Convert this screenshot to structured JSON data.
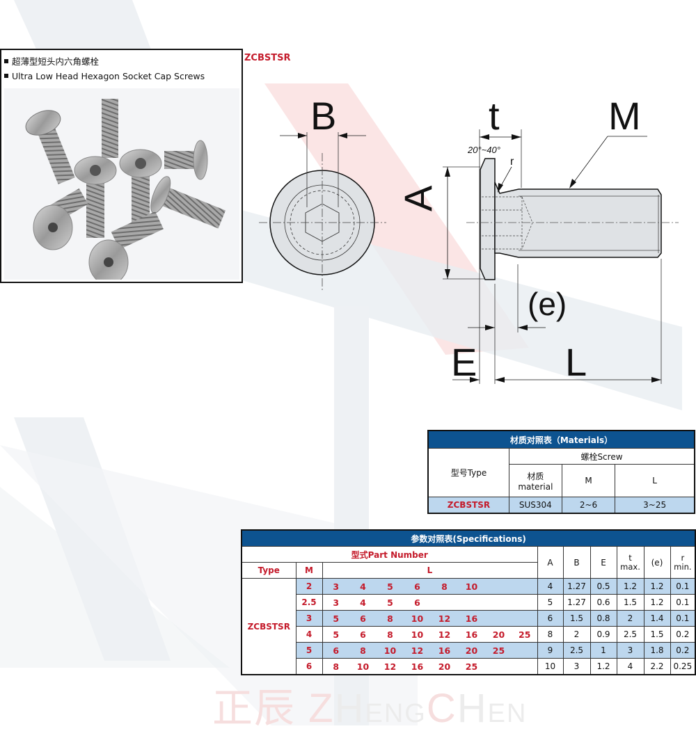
{
  "product": {
    "title_cn": "超薄型短头内六角螺栓",
    "title_en": "Ultra Low Head Hexagon Socket Cap Screws",
    "model_code": "ZCBSTSR"
  },
  "drawing": {
    "labels": {
      "B": "B",
      "t": "t",
      "M": "M",
      "A": "A",
      "angle": "20°~40°",
      "r": "r",
      "e": "(e)",
      "E": "E",
      "L": "L"
    }
  },
  "materials_table": {
    "title": "材质对照表（Materials）",
    "type_header": "型号Type",
    "screw_header": "螺栓Screw",
    "columns": [
      "材质\nmaterial",
      "M",
      "L"
    ],
    "material_cn": "材质",
    "material_en": "material",
    "col_m": "M",
    "col_l": "L",
    "row": {
      "type": "ZCBSTSR",
      "material": "SUS304",
      "m": "2~6",
      "l": "3~25"
    }
  },
  "spec_table": {
    "title": "参数对照表(Specifications)",
    "part_number_header": "型式Part Number",
    "type_header": "Type",
    "m_header": "M",
    "l_header": "L",
    "dim_headers": {
      "A": "A",
      "B": "B",
      "E": "E",
      "t": "t",
      "t_sub": "max.",
      "e": "(e)",
      "r": "r",
      "r_sub": "min."
    },
    "type_value": "ZCBSTSR",
    "rows": [
      {
        "m": "2",
        "l": [
          "3",
          "4",
          "5",
          "6",
          "8",
          "10",
          "",
          ""
        ],
        "A": "4",
        "B": "1.27",
        "E": "0.5",
        "t": "1.2",
        "e": "1.2",
        "r": "0.1"
      },
      {
        "m": "2.5",
        "l": [
          "3",
          "4",
          "5",
          "6",
          "",
          "",
          "",
          ""
        ],
        "A": "5",
        "B": "1.27",
        "E": "0.6",
        "t": "1.5",
        "e": "1.2",
        "r": "0.1"
      },
      {
        "m": "3",
        "l": [
          "5",
          "6",
          "8",
          "10",
          "12",
          "16",
          "",
          ""
        ],
        "A": "6",
        "B": "1.5",
        "E": "0.8",
        "t": "2",
        "e": "1.4",
        "r": "0.1"
      },
      {
        "m": "4",
        "l": [
          "5",
          "6",
          "8",
          "10",
          "12",
          "16",
          "20",
          "25"
        ],
        "A": "8",
        "B": "2",
        "E": "0.9",
        "t": "2.5",
        "e": "1.5",
        "r": "0.2"
      },
      {
        "m": "5",
        "l": [
          "6",
          "8",
          "10",
          "12",
          "16",
          "20",
          "25",
          ""
        ],
        "A": "9",
        "B": "2.5",
        "E": "1",
        "t": "3",
        "e": "1.8",
        "r": "0.2"
      },
      {
        "m": "6",
        "l": [
          "8",
          "10",
          "12",
          "16",
          "20",
          "25",
          "",
          ""
        ],
        "A": "10",
        "B": "3",
        "E": "1.2",
        "t": "4",
        "e": "2.2",
        "r": "0.25"
      }
    ]
  },
  "watermark": {
    "cn": "正辰",
    "z": "Z",
    "h1": "H",
    "eng": "ENG",
    "c": "C",
    "h2": "H",
    "en": "EN"
  },
  "colors": {
    "header_blue": "#0d5390",
    "row_blue": "#bdd7ee",
    "accent_red": "#c41a2a"
  }
}
